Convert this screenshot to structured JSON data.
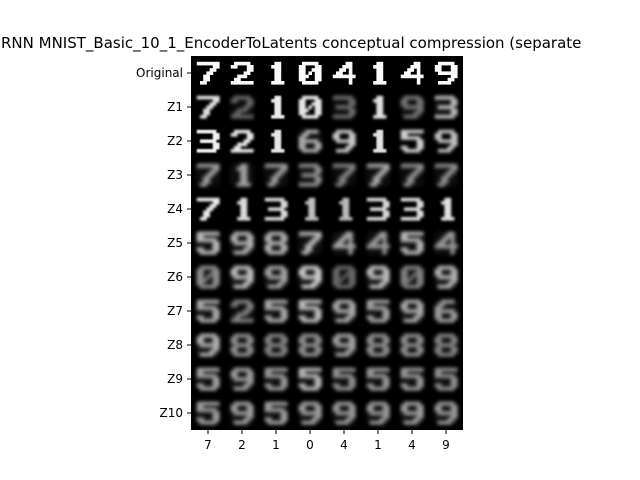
{
  "chart_data": {
    "type": "image-grid",
    "title": "RNN MNIST_Basic_10_1_EncoderToLatents conceptual compression (separate",
    "row_labels": [
      "Original",
      "Z1",
      "Z2",
      "Z3",
      "Z4",
      "Z5",
      "Z6",
      "Z7",
      "Z8",
      "Z9",
      "Z10"
    ],
    "column_labels": [
      "7",
      "2",
      "1",
      "0",
      "4",
      "1",
      "4",
      "9"
    ],
    "background_color": "#000000",
    "tile_color": "#ffffff",
    "digits": {
      "7": [
        "1111111",
        "0000011",
        "0000110",
        "0001100",
        "0011000",
        "0011000",
        "0110000"
      ],
      "2": [
        "0111110",
        "1100011",
        "0000011",
        "0000110",
        "0011100",
        "0110000",
        "1111111"
      ],
      "1": [
        "0001100",
        "0011100",
        "0001100",
        "0001100",
        "0001100",
        "0001100",
        "0011110"
      ],
      "0": [
        "0111110",
        "1100011",
        "1100111",
        "1101011",
        "1110011",
        "1100011",
        "0111110"
      ],
      "4": [
        "0000110",
        "0001110",
        "0011010",
        "0110010",
        "1111111",
        "0000010",
        "0000010"
      ],
      "9": [
        "0111110",
        "1100011",
        "1100011",
        "0111111",
        "0000011",
        "0000110",
        "0111100"
      ],
      "3": [
        "1111110",
        "0000011",
        "0000011",
        "0111110",
        "0000011",
        "0000011",
        "1111110"
      ],
      "5": [
        "1111111",
        "1100000",
        "1111110",
        "0000011",
        "0000011",
        "1100011",
        "0111110"
      ],
      "6": [
        "0011110",
        "0110000",
        "1100000",
        "1111110",
        "1100011",
        "1100011",
        "0111110"
      ],
      "8": [
        "0111110",
        "1100011",
        "1100011",
        "0111110",
        "1100011",
        "1100011",
        "0111110"
      ]
    },
    "cells": [
      [
        {
          "glyph": "7",
          "brightness": 0.98,
          "blur": 0.0
        },
        {
          "glyph": "2",
          "brightness": 0.98,
          "blur": 0.0
        },
        {
          "glyph": "1",
          "brightness": 0.98,
          "blur": 0.0
        },
        {
          "glyph": "0",
          "brightness": 0.98,
          "blur": 0.0
        },
        {
          "glyph": "4",
          "brightness": 0.98,
          "blur": 0.0
        },
        {
          "glyph": "1",
          "brightness": 0.98,
          "blur": 0.0
        },
        {
          "glyph": "4",
          "brightness": 0.98,
          "blur": 0.0
        },
        {
          "glyph": "9",
          "brightness": 0.98,
          "blur": 0.0
        }
      ],
      [
        {
          "glyph": "7",
          "brightness": 0.88,
          "blur": 0.5
        },
        {
          "glyph": "2",
          "brightness": 0.4,
          "blur": 0.8
        },
        {
          "glyph": "1",
          "brightness": 0.92,
          "blur": 0.35
        },
        {
          "glyph": "0",
          "brightness": 0.9,
          "blur": 0.45
        },
        {
          "glyph": "3",
          "brightness": 0.42,
          "blur": 0.8
        },
        {
          "glyph": "1",
          "brightness": 0.88,
          "blur": 0.45
        },
        {
          "glyph": "9",
          "brightness": 0.45,
          "blur": 0.8
        },
        {
          "glyph": "3",
          "brightness": 0.7,
          "blur": 0.65
        }
      ],
      [
        {
          "glyph": "3",
          "brightness": 0.95,
          "blur": 0.35
        },
        {
          "glyph": "2",
          "brightness": 0.9,
          "blur": 0.45
        },
        {
          "glyph": "1",
          "brightness": 0.9,
          "blur": 0.35
        },
        {
          "glyph": "6",
          "brightness": 0.65,
          "blur": 0.65
        },
        {
          "glyph": "9",
          "brightness": 0.78,
          "blur": 0.6
        },
        {
          "glyph": "1",
          "brightness": 0.88,
          "blur": 0.4
        },
        {
          "glyph": "5",
          "brightness": 0.82,
          "blur": 0.6
        },
        {
          "glyph": "9",
          "brightness": 0.75,
          "blur": 0.6
        }
      ],
      [
        {
          "glyph": "7",
          "brightness": 0.6,
          "blur": 0.75
        },
        {
          "glyph": "1",
          "brightness": 0.62,
          "blur": 0.75
        },
        {
          "glyph": "7",
          "brightness": 0.6,
          "blur": 0.75
        },
        {
          "glyph": "3",
          "brightness": 0.55,
          "blur": 0.75
        },
        {
          "glyph": "7",
          "brightness": 0.5,
          "blur": 0.75
        },
        {
          "glyph": "7",
          "brightness": 0.65,
          "blur": 0.75
        },
        {
          "glyph": "7",
          "brightness": 0.55,
          "blur": 0.75
        },
        {
          "glyph": "7",
          "brightness": 0.55,
          "blur": 0.75
        }
      ],
      [
        {
          "glyph": "7",
          "brightness": 0.92,
          "blur": 0.45
        },
        {
          "glyph": "1",
          "brightness": 0.85,
          "blur": 0.5
        },
        {
          "glyph": "3",
          "brightness": 0.85,
          "blur": 0.5
        },
        {
          "glyph": "1",
          "brightness": 0.75,
          "blur": 0.55
        },
        {
          "glyph": "1",
          "brightness": 0.72,
          "blur": 0.55
        },
        {
          "glyph": "3",
          "brightness": 0.85,
          "blur": 0.5
        },
        {
          "glyph": "3",
          "brightness": 0.85,
          "blur": 0.5
        },
        {
          "glyph": "1",
          "brightness": 0.88,
          "blur": 0.5
        }
      ],
      [
        {
          "glyph": "5",
          "brightness": 0.72,
          "blur": 0.75
        },
        {
          "glyph": "9",
          "brightness": 0.68,
          "blur": 0.75
        },
        {
          "glyph": "8",
          "brightness": 0.68,
          "blur": 0.75
        },
        {
          "glyph": "7",
          "brightness": 0.7,
          "blur": 0.75
        },
        {
          "glyph": "4",
          "brightness": 0.65,
          "blur": 0.75
        },
        {
          "glyph": "4",
          "brightness": 0.6,
          "blur": 0.75
        },
        {
          "glyph": "5",
          "brightness": 0.7,
          "blur": 0.75
        },
        {
          "glyph": "4",
          "brightness": 0.6,
          "blur": 0.75
        }
      ],
      [
        {
          "glyph": "0",
          "brightness": 0.55,
          "blur": 0.85
        },
        {
          "glyph": "9",
          "brightness": 0.72,
          "blur": 0.8
        },
        {
          "glyph": "9",
          "brightness": 0.62,
          "blur": 0.8
        },
        {
          "glyph": "9",
          "brightness": 0.78,
          "blur": 0.8
        },
        {
          "glyph": "0",
          "brightness": 0.4,
          "blur": 0.85
        },
        {
          "glyph": "9",
          "brightness": 0.72,
          "blur": 0.8
        },
        {
          "glyph": "0",
          "brightness": 0.5,
          "blur": 0.85
        },
        {
          "glyph": "9",
          "brightness": 0.68,
          "blur": 0.8
        }
      ],
      [
        {
          "glyph": "5",
          "brightness": 0.65,
          "blur": 0.8
        },
        {
          "glyph": "2",
          "brightness": 0.5,
          "blur": 0.8
        },
        {
          "glyph": "5",
          "brightness": 0.65,
          "blur": 0.8
        },
        {
          "glyph": "5",
          "brightness": 0.72,
          "blur": 0.8
        },
        {
          "glyph": "9",
          "brightness": 0.65,
          "blur": 0.8
        },
        {
          "glyph": "5",
          "brightness": 0.62,
          "blur": 0.8
        },
        {
          "glyph": "9",
          "brightness": 0.65,
          "blur": 0.8
        },
        {
          "glyph": "6",
          "brightness": 0.6,
          "blur": 0.8
        }
      ],
      [
        {
          "glyph": "9",
          "brightness": 0.68,
          "blur": 0.85
        },
        {
          "glyph": "8",
          "brightness": 0.55,
          "blur": 0.85
        },
        {
          "glyph": "8",
          "brightness": 0.5,
          "blur": 0.85
        },
        {
          "glyph": "8",
          "brightness": 0.55,
          "blur": 0.85
        },
        {
          "glyph": "9",
          "brightness": 0.62,
          "blur": 0.85
        },
        {
          "glyph": "8",
          "brightness": 0.55,
          "blur": 0.85
        },
        {
          "glyph": "8",
          "brightness": 0.55,
          "blur": 0.85
        },
        {
          "glyph": "8",
          "brightness": 0.5,
          "blur": 0.85
        }
      ],
      [
        {
          "glyph": "5",
          "brightness": 0.62,
          "blur": 0.85
        },
        {
          "glyph": "9",
          "brightness": 0.6,
          "blur": 0.85
        },
        {
          "glyph": "5",
          "brightness": 0.58,
          "blur": 0.85
        },
        {
          "glyph": "5",
          "brightness": 0.7,
          "blur": 0.85
        },
        {
          "glyph": "5",
          "brightness": 0.55,
          "blur": 0.85
        },
        {
          "glyph": "5",
          "brightness": 0.58,
          "blur": 0.85
        },
        {
          "glyph": "5",
          "brightness": 0.58,
          "blur": 0.85
        },
        {
          "glyph": "5",
          "brightness": 0.55,
          "blur": 0.85
        }
      ],
      [
        {
          "glyph": "5",
          "brightness": 0.6,
          "blur": 0.85
        },
        {
          "glyph": "9",
          "brightness": 0.6,
          "blur": 0.85
        },
        {
          "glyph": "5",
          "brightness": 0.6,
          "blur": 0.85
        },
        {
          "glyph": "9",
          "brightness": 0.6,
          "blur": 0.85
        },
        {
          "glyph": "9",
          "brightness": 0.58,
          "blur": 0.85
        },
        {
          "glyph": "9",
          "brightness": 0.58,
          "blur": 0.85
        },
        {
          "glyph": "9",
          "brightness": 0.6,
          "blur": 0.85
        },
        {
          "glyph": "9",
          "brightness": 0.58,
          "blur": 0.85
        }
      ]
    ]
  }
}
